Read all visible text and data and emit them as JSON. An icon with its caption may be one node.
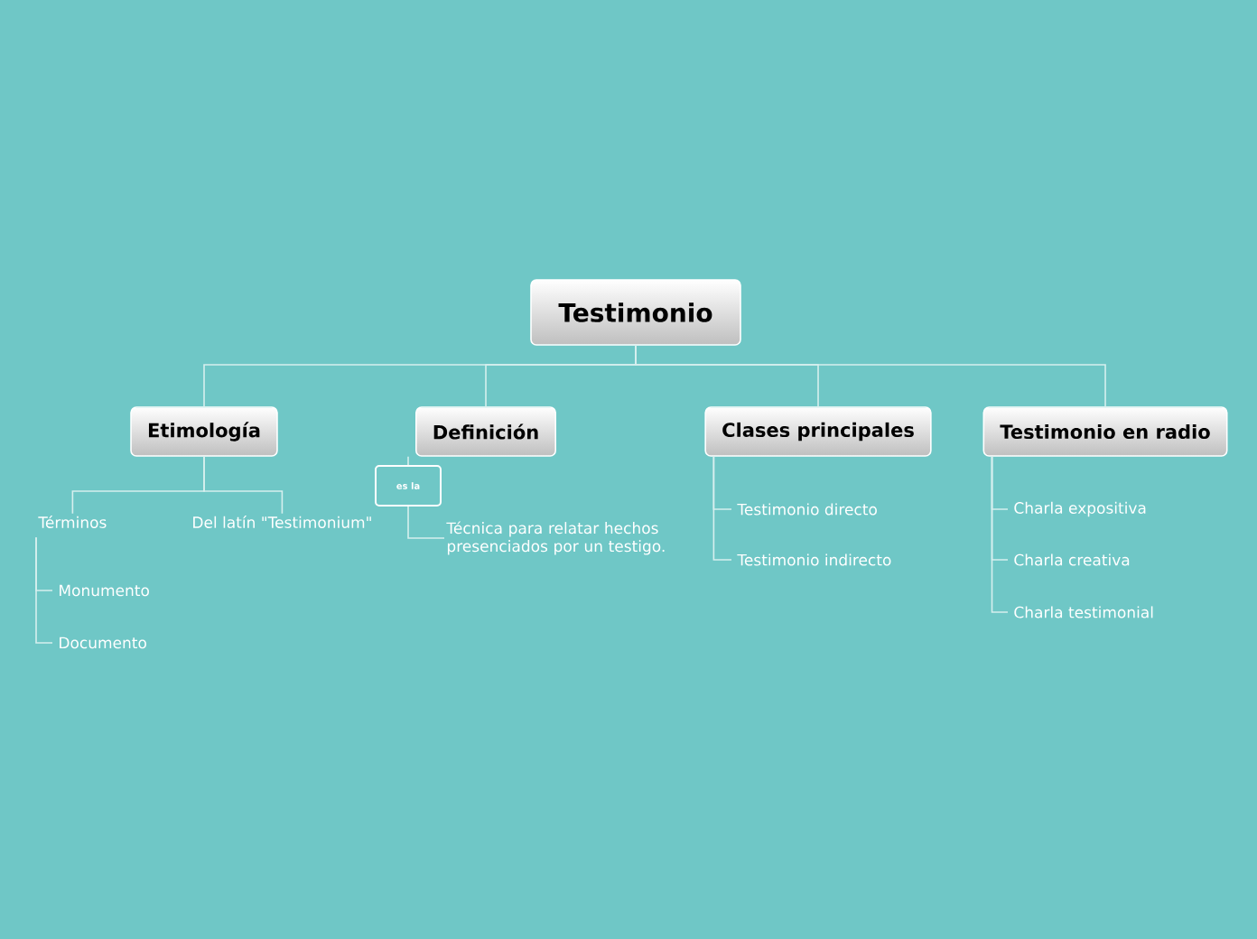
{
  "diagram": {
    "nodes": [
      {
        "text": [
          "Testimonio"
        ]
      },
      {
        "text": [
          "Etimología"
        ]
      },
      {
        "text": [
          "Definición"
        ]
      },
      {
        "text": [
          "Clases principales"
        ]
      },
      {
        "text": [
          "Testimonio en radio"
        ]
      },
      {
        "text": [
          "Términos"
        ]
      },
      {
        "text": [
          "Del latín \"Testimonium\""
        ]
      },
      {
        "text": [
          "Monumento"
        ]
      },
      {
        "text": [
          "Documento"
        ]
      },
      {
        "text": [
          "es la"
        ]
      },
      {
        "text": [
          "Técnica para relatar hechos presenciados por un testigo."
        ]
      },
      {
        "text": [
          "Testimonio directo"
        ]
      },
      {
        "text": [
          "Testimonio indirecto"
        ]
      },
      {
        "text": [
          "Charla expositiva"
        ]
      },
      {
        "text": [
          "Charla creativa"
        ]
      },
      {
        "text": [
          "Charla testimonial"
        ]
      }
    ],
    "edges": [
      {
        "from": 0,
        "to": 1,
        "arrow": "none"
      },
      {
        "from": 0,
        "to": 2,
        "arrow": "none"
      },
      {
        "from": 0,
        "to": 3,
        "arrow": "none"
      },
      {
        "from": 0,
        "to": 4,
        "arrow": "none"
      },
      {
        "from": 1,
        "to": 5,
        "arrow": "none"
      },
      {
        "from": 1,
        "to": 6,
        "arrow": "none"
      },
      {
        "from": 5,
        "to": 7,
        "arrow": "none"
      },
      {
        "from": 5,
        "to": 8,
        "arrow": "none"
      },
      {
        "from": 2,
        "to": 9,
        "arrow": "none"
      },
      {
        "from": 9,
        "to": 10,
        "arrow": "none"
      },
      {
        "from": 3,
        "to": 11,
        "arrow": "none"
      },
      {
        "from": 3,
        "to": 12,
        "arrow": "none"
      },
      {
        "from": 4,
        "to": 13,
        "arrow": "none"
      },
      {
        "from": 4,
        "to": 14,
        "arrow": "none"
      },
      {
        "from": 4,
        "to": 15,
        "arrow": "none"
      }
    ]
  }
}
